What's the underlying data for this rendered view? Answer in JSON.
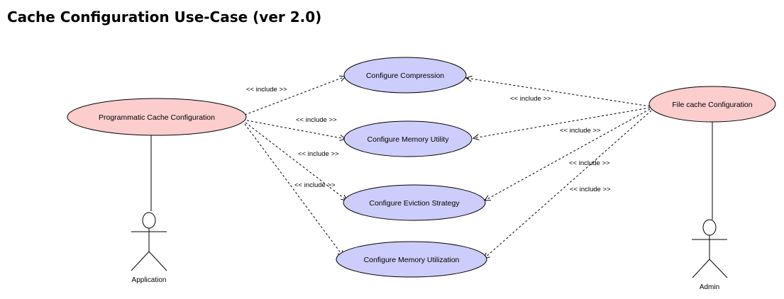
{
  "title": "Cache Configuration Use-Case (ver 2.0)",
  "colors": {
    "actor_usecase_fill": "#fbcdcd",
    "feature_usecase_fill": "#cdcdfb",
    "line": "#000000"
  },
  "actors": {
    "application": {
      "label": "Application"
    },
    "admin": {
      "label": "Admin"
    }
  },
  "use_cases": {
    "programmatic": "Programmatic Cache Configuration",
    "file_cache": "File cache Configuration",
    "compression": "Configure Compression",
    "memory_utility": "Configure Memory Utility",
    "eviction": "Configure Eviction Strategy",
    "memory_utilization": "Configure Memory Utilization"
  },
  "relations": {
    "include_label": "<< include >>"
  }
}
